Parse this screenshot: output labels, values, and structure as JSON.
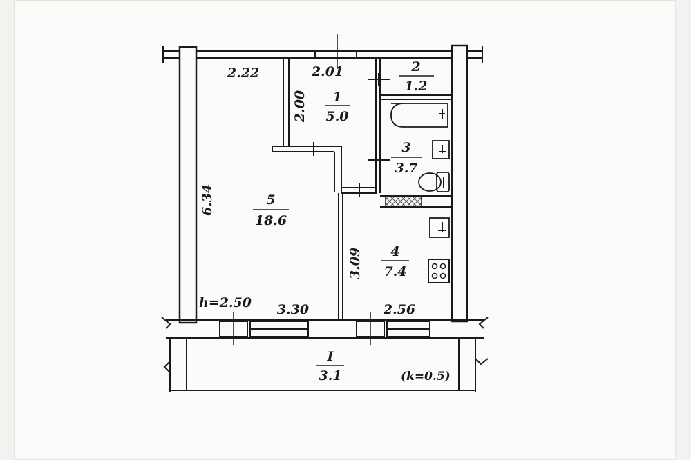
{
  "plan": {
    "rooms": [
      {
        "number": "1",
        "area": "5.0"
      },
      {
        "number": "2",
        "area": "1.2"
      },
      {
        "number": "3",
        "area": "3.7"
      },
      {
        "number": "4",
        "area": "7.4"
      },
      {
        "number": "5",
        "area": "18.6"
      }
    ],
    "balcony": {
      "number": "I",
      "area": "3.1",
      "coefficient": "(k=0.5)"
    },
    "dimensions": {
      "top_left": "2.22",
      "top_middle": "2.01",
      "hall_depth": "2.00",
      "room_depth": "6.34",
      "kitchen_depth": "3.09",
      "bottom_left": "3.30",
      "bottom_right": "2.56"
    },
    "ceiling_height": "h=2.50"
  },
  "colors": {
    "ink": "#1a1a1a",
    "paper": "#fbfbfa",
    "hatch": "#555555"
  }
}
